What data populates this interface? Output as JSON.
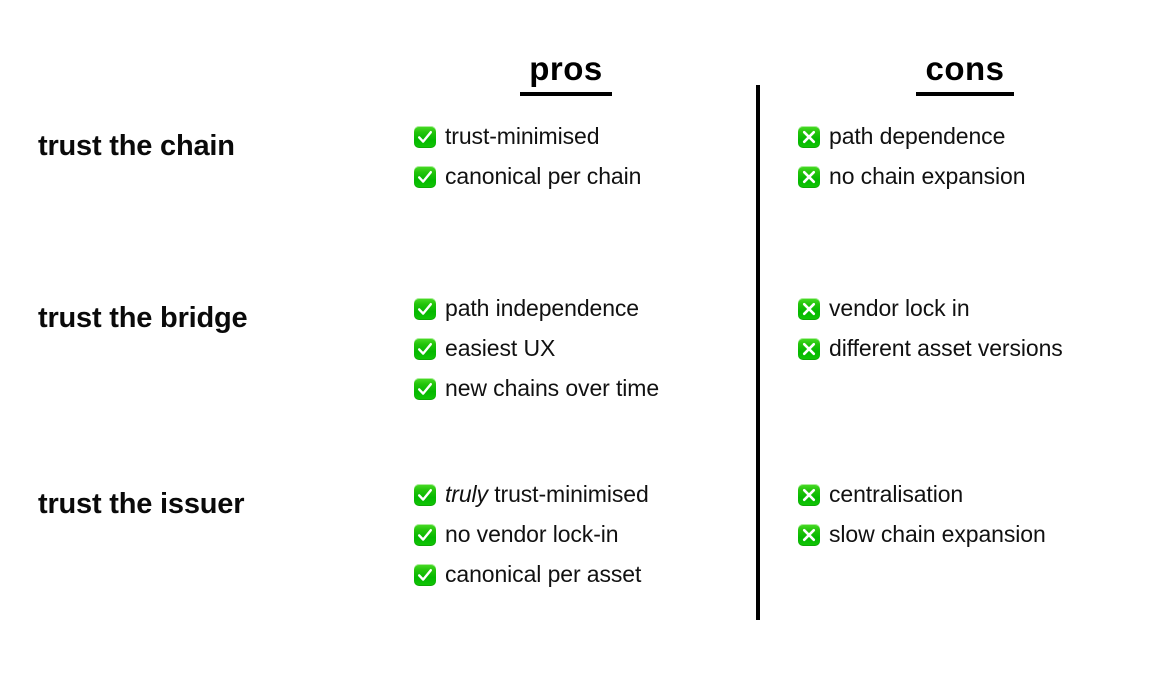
{
  "columns": {
    "pros_label": "pros",
    "cons_label": "cons"
  },
  "icons": {
    "check": "check-mark-button-icon",
    "cross": "cross-mark-button-icon"
  },
  "colors": {
    "icon_green": "#04b800",
    "icon_glyph": "#ffffff",
    "text": "#0a0a0a",
    "divider": "#000000",
    "background": "#ffffff"
  },
  "rows": [
    {
      "label": "trust the chain",
      "pros": [
        {
          "text": "trust-minimised"
        },
        {
          "text": "canonical per chain"
        }
      ],
      "cons": [
        {
          "text": "path dependence"
        },
        {
          "text": "no chain expansion"
        }
      ]
    },
    {
      "label": "trust the bridge",
      "pros": [
        {
          "text": "path independence"
        },
        {
          "text": "easiest UX"
        },
        {
          "text": "new chains over time"
        }
      ],
      "cons": [
        {
          "text": "vendor lock in"
        },
        {
          "text": "different asset versions"
        }
      ]
    },
    {
      "label": "trust the issuer",
      "pros": [
        {
          "text": "truly trust-minimised",
          "emphasis": "truly"
        },
        {
          "text": "no vendor lock-in"
        },
        {
          "text": "canonical per asset"
        }
      ],
      "cons": [
        {
          "text": "centralisation"
        },
        {
          "text": "slow chain expansion"
        }
      ]
    }
  ]
}
